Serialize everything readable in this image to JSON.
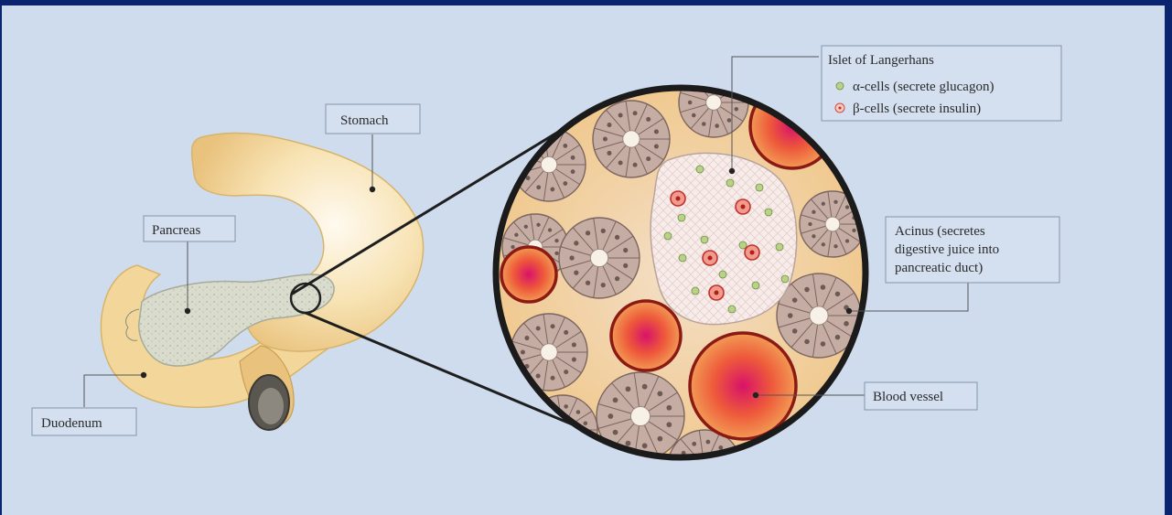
{
  "labels": {
    "stomach": "Stomach",
    "pancreas": "Pancreas",
    "duodenum": "Duodenum",
    "islet": "Islet of Langerhans",
    "alpha": "α-cells (secrete glucagon)",
    "beta": "β-cells (secrete insulin)",
    "acinus_1": "Acinus (secretes",
    "acinus_2": "digestive juice into",
    "acinus_3": "pancreatic duct)",
    "blood_vessel": "Blood vessel"
  },
  "colors": {
    "frame": "#0b2470",
    "background": "#cfdcee",
    "stomach": "#f4d799",
    "pancreas": "#d7dccb",
    "acinus": "#c9b2a7",
    "vessel": "#e0452e"
  }
}
